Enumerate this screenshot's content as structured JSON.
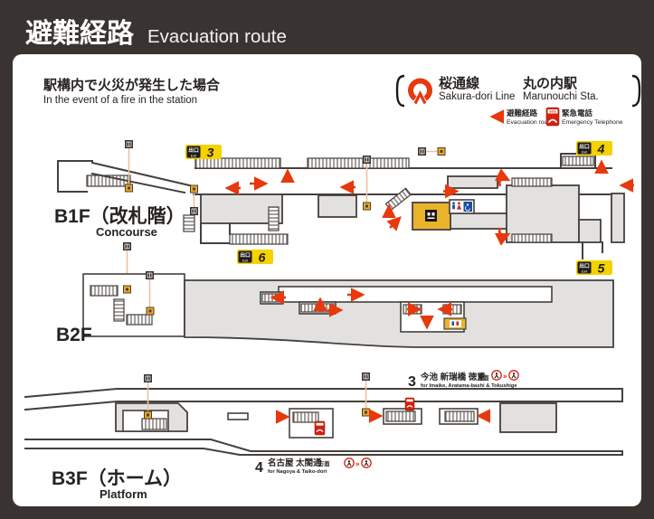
{
  "header": {
    "title_jp": "避難経路",
    "title_en": "Evacuation route"
  },
  "intro": {
    "jp": "駅構内で火災が発生した場合",
    "en": "In the event of a fire in the station"
  },
  "station": {
    "line_jp": "桜通線",
    "line_en": "Sakura-dori Line",
    "name_jp": "丸の内駅",
    "name_en": "Marunouchi Sta."
  },
  "legend": {
    "route_jp": "避難経路",
    "route_en": "Evacuation route",
    "phone_jp": "緊急電話",
    "phone_en": "Emergency Telephone"
  },
  "icons": {
    "phone_sos": "SOS",
    "car_separator": "»"
  },
  "floors": [
    {
      "label_jp": "B1F（改札階）",
      "label_en": "Concourse"
    },
    {
      "label_jp": "B2F",
      "label_en": ""
    },
    {
      "label_jp": "B3F（ホーム）",
      "label_en": "Platform"
    }
  ],
  "exits": [
    {
      "jp": "出口",
      "en": "Exit",
      "number": "3"
    },
    {
      "jp": "出口",
      "en": "Exit",
      "number": "4"
    },
    {
      "jp": "出口",
      "en": "Exit",
      "number": "6"
    },
    {
      "jp": "出口",
      "en": "Exit",
      "number": "5"
    }
  ],
  "directions": [
    {
      "number": "3",
      "dest_jp": "今池 新瑞橋 徳重",
      "suffix_jp": "方面",
      "en": "for Imaike, Aratama-bashi & Tokushige"
    },
    {
      "number": "4",
      "dest_jp": "名古屋 太閤通",
      "suffix_jp": "方面",
      "en": "for Nagoya & Taiko-dori"
    }
  ],
  "colors": {
    "accent_red": "#e8380d",
    "exit_yellow": "#f5d200",
    "map_yellow": "#e9b32b",
    "background": "#393432"
  }
}
